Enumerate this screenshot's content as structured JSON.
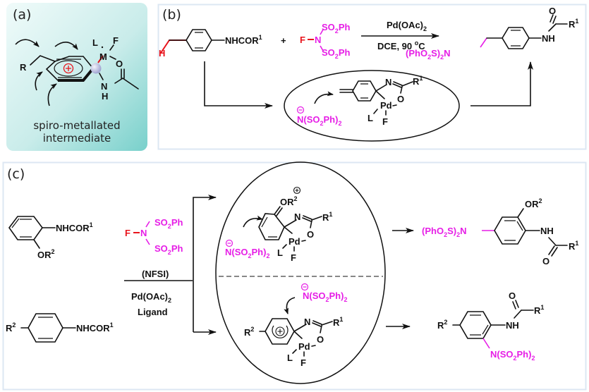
{
  "figure": {
    "panels": {
      "a": {
        "letter": "(a)",
        "caption_line1": "spiro-metallated",
        "caption_line2": "intermediate",
        "atoms": {
          "R": "R",
          "L": "L",
          "F": "F",
          "M": "M",
          "O": "O",
          "N": "N",
          "H": "H",
          "charge": "+"
        },
        "colors": {
          "background_start": "#e9f8f7",
          "background_end": "#7fd3cf",
          "metal_sphere": "#a9abd6",
          "charge": "#e8141c"
        }
      },
      "b": {
        "letter": "(b)",
        "substrate": {
          "H": "H",
          "group": "NHCOR",
          "sup": "1"
        },
        "plus": "+",
        "reagent": {
          "F": "F",
          "N": "N",
          "so2ph_top": "SO",
          "so2ph_top_sub": "2",
          "so2ph_top_end": "Ph",
          "so2ph_bottom": "SO",
          "so2ph_bottom_sub": "2",
          "so2ph_bottom_end": "Ph"
        },
        "conditions": {
          "above": "Pd(OAc)",
          "above_sub": "2",
          "below": "DCE, 90 ",
          "below_sup": "o",
          "below_end": "C"
        },
        "product": {
          "amine": "(PhO",
          "amine_sub1": "2",
          "amine_mid": "S)",
          "amine_sub2": "2",
          "amine_end": "N",
          "O": "O",
          "NH": "NH",
          "R": "R",
          "R_sup": "1"
        },
        "intermediate": {
          "anion_charge": "−",
          "anion": "N(SO",
          "anion_sub1": "2",
          "anion_mid": "Ph)",
          "anion_sub2": "2",
          "N": "N",
          "R": "R",
          "R_sup": "1",
          "Pd": "Pd",
          "O": "O",
          "L": "L",
          "F": "F"
        }
      },
      "c": {
        "letter": "(c)",
        "substrate1": {
          "group": "NHCOR",
          "sup": "1",
          "OR": "OR",
          "OR_sup": "2"
        },
        "substrate2": {
          "R": "R",
          "R_sup": "2",
          "group": "NHCOR",
          "sup": "1"
        },
        "reagent": {
          "F": "F",
          "N": "N",
          "so2ph_top": "SO",
          "so2ph_top_sub": "2",
          "so2ph_top_end": "Ph",
          "so2ph_bottom": "SO",
          "so2ph_bottom_sub": "2",
          "so2ph_bottom_end": "Ph",
          "name": "(NFSI)"
        },
        "conditions": {
          "catalyst": "Pd(OAc)",
          "catalyst_sub": "2",
          "ligand": "Ligand"
        },
        "intermediate_top": {
          "oxonium": "OR",
          "oxonium_sup": "2",
          "charge": "+",
          "anion_charge": "−",
          "anion": "N(SO",
          "anion_sub1": "2",
          "anion_mid": "Ph)",
          "anion_sub2": "2",
          "N": "N",
          "R": "R",
          "R_sup": "1",
          "Pd": "Pd",
          "O": "O",
          "L": "L",
          "F": "F"
        },
        "intermediate_bottom": {
          "anion_charge": "−",
          "anion": "N(SO",
          "anion_sub1": "2",
          "anion_mid": "Ph)",
          "anion_sub2": "2",
          "R2": "R",
          "R2_sup": "2",
          "charge": "+",
          "N": "N",
          "R": "R",
          "R_sup": "1",
          "Pd": "Pd",
          "O": "O",
          "L": "L",
          "F": "F"
        },
        "product_top": {
          "amine": "(PhO",
          "amine_sub1": "2",
          "amine_mid": "S)",
          "amine_sub2": "2",
          "amine_end": "N",
          "OR": "OR",
          "OR_sup": "2",
          "NH": "NH",
          "O": "O",
          "R": "R",
          "R_sup": "1"
        },
        "product_bottom": {
          "R2": "R",
          "R2_sup": "2",
          "O": "O",
          "R": "R",
          "R_sup": "1",
          "NH": "NH",
          "amine": "N(SO",
          "amine_sub1": "2",
          "amine_mid": "Ph)",
          "amine_sub2": "2"
        }
      }
    },
    "colors": {
      "reagent_magenta": "#e61ee6",
      "fluorine_red": "#e8141c",
      "panel_border": "#dce7f3"
    }
  }
}
